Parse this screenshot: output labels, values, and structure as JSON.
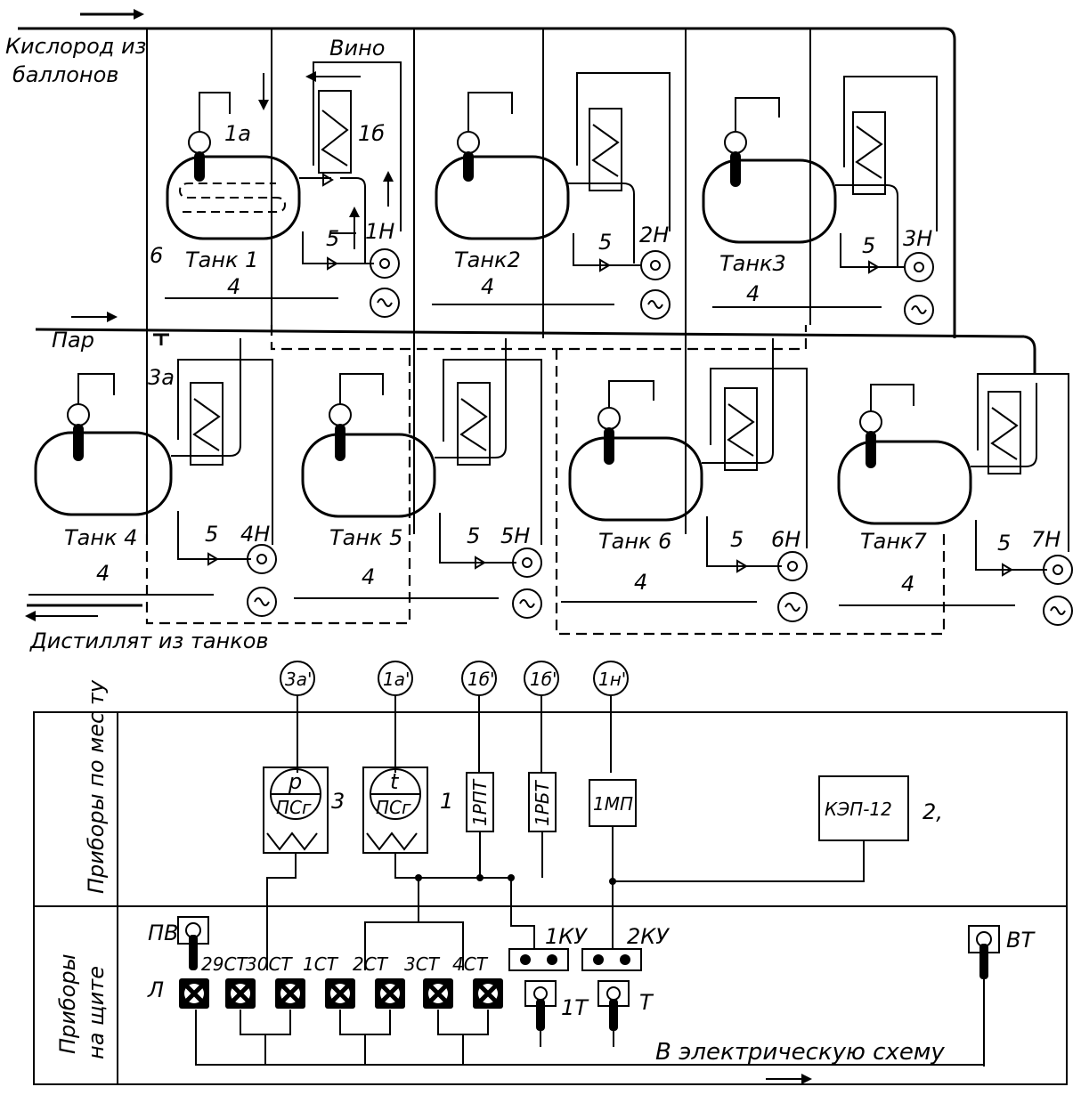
{
  "labels": {
    "oxygen_line1": "Кислород из",
    "oxygen_line2": "баллонов",
    "wine": "Вино",
    "steam": "Пар",
    "distillate": "Дистиллят из танков",
    "to_electric": "В электрическую схему",
    "section_field": "Приборы по мес ту",
    "section_panel_1": "Приборы",
    "section_panel_2": "на щите",
    "pos_1a": "1а",
    "pos_1b": "1б",
    "pos_3a": "3а",
    "pos_6": "6",
    "pos_5": "5",
    "pos_4": "4",
    "pos_3": "3",
    "pos_1": "1",
    "pos_2": "2,",
    "pv": "ПВ",
    "l": "Л",
    "vt": "ВТ",
    "t1": "1Т",
    "t": "Т",
    "ku1": "1КУ",
    "ku2": "2КУ"
  },
  "tanks": [
    {
      "name": "Танк 1",
      "pump": "1Н"
    },
    {
      "name": "Танк2",
      "pump": "2Н"
    },
    {
      "name": "Танк3",
      "pump": "3Н"
    },
    {
      "name": "Танк 4",
      "pump": "4Н"
    },
    {
      "name": "Танк 5",
      "pump": "5Н"
    },
    {
      "name": "Танк 6",
      "pump": "6Н"
    },
    {
      "name": "Танк7",
      "pump": "7Н"
    }
  ],
  "field_bubbles": [
    "3а'",
    "1а'",
    "1б'",
    "1б'",
    "1н'"
  ],
  "instruments": {
    "psg": "ПСг",
    "p": "р",
    "t": "t",
    "rpt": "1РПТ",
    "rbt": "1РБТ",
    "mp": "1МП",
    "kep": "КЭП-12"
  },
  "signal_lamps": [
    "29СТ",
    "30СТ",
    "1СТ",
    "2СТ",
    "3СТ",
    "4СТ"
  ],
  "colors": {
    "ink": "#000000",
    "paper": "#ffffff"
  }
}
